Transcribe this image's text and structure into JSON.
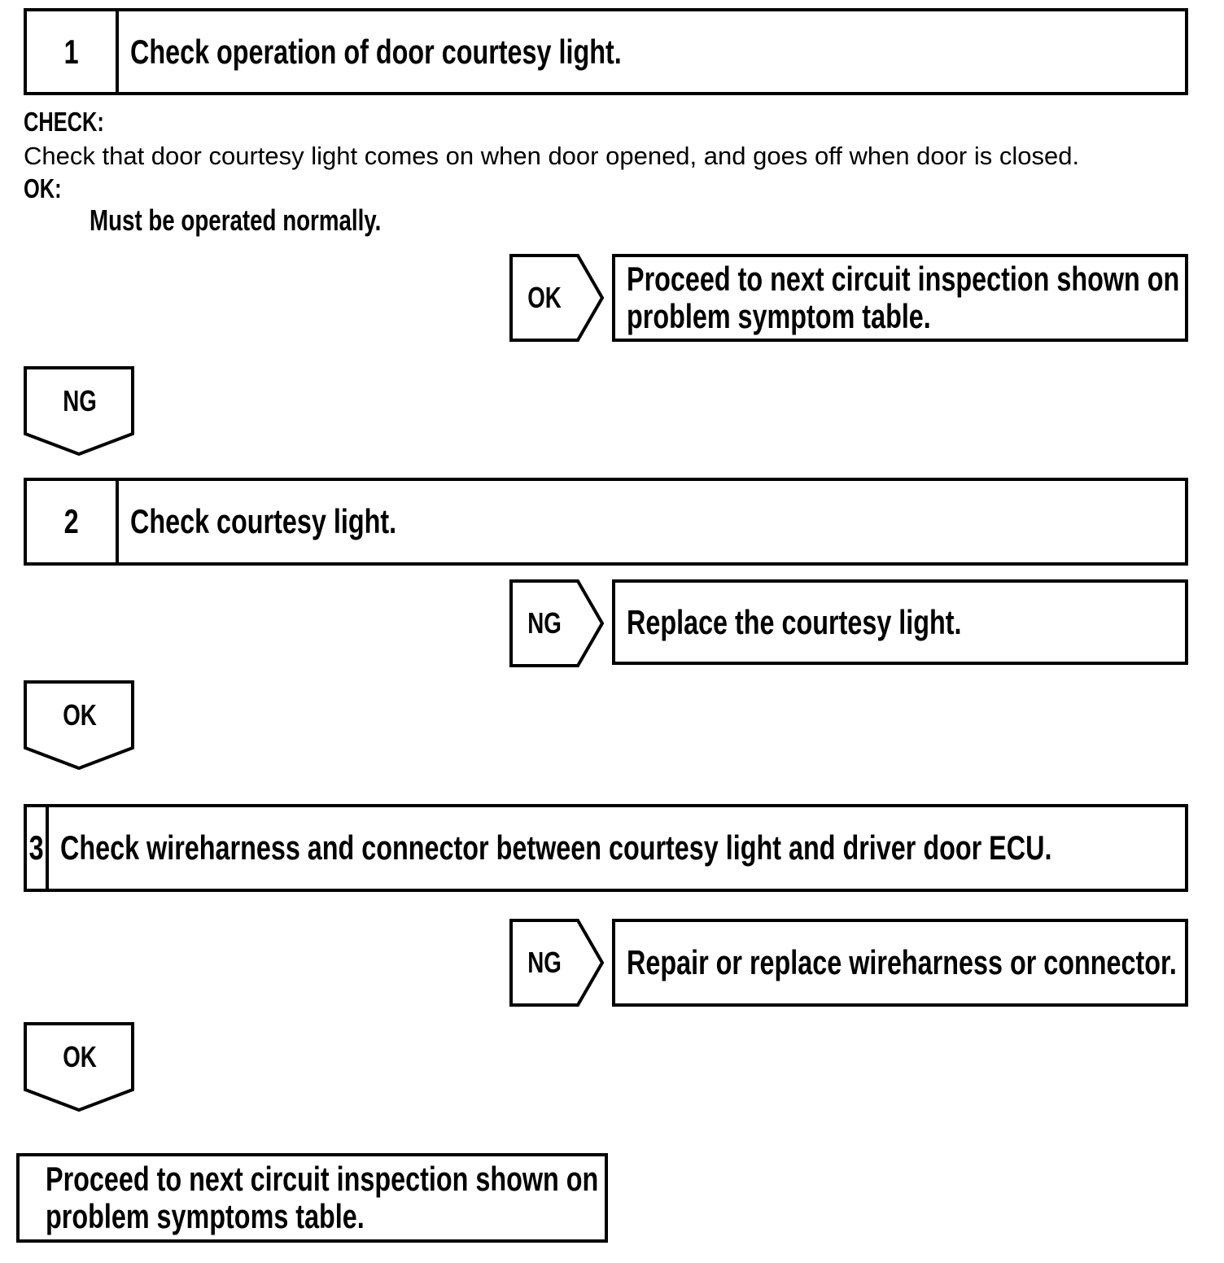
{
  "page": {
    "colors": {
      "ink": "#000000",
      "paper": "#ffffff"
    },
    "steps": [
      {
        "number": "1",
        "title": "Check operation of door courtesy light."
      },
      {
        "number": "2",
        "title": "Check courtesy light."
      },
      {
        "number": "3",
        "title": "Check wireharness and connector between courtesy light and driver door ECU."
      }
    ],
    "check_section": {
      "check_label": "CHECK:",
      "check_text": "Check that door courtesy light comes on when door opened, and goes off when door is closed.",
      "ok_label": "OK:",
      "ok_criteria": "Must be operated normally."
    },
    "connectors": {
      "ok": "OK",
      "ng": "NG"
    },
    "actions": [
      {
        "label": "OK",
        "lines": [
          "Proceed to next circuit inspection shown on",
          "problem symptom table."
        ]
      },
      {
        "label": "NG",
        "text": "Replace the courtesy light."
      },
      {
        "label": "NG",
        "text": "Repair or replace wireharness or connector."
      }
    ],
    "final_box": {
      "lines": [
        "Proceed to next circuit inspection shown on",
        "problem symptoms table."
      ]
    }
  }
}
